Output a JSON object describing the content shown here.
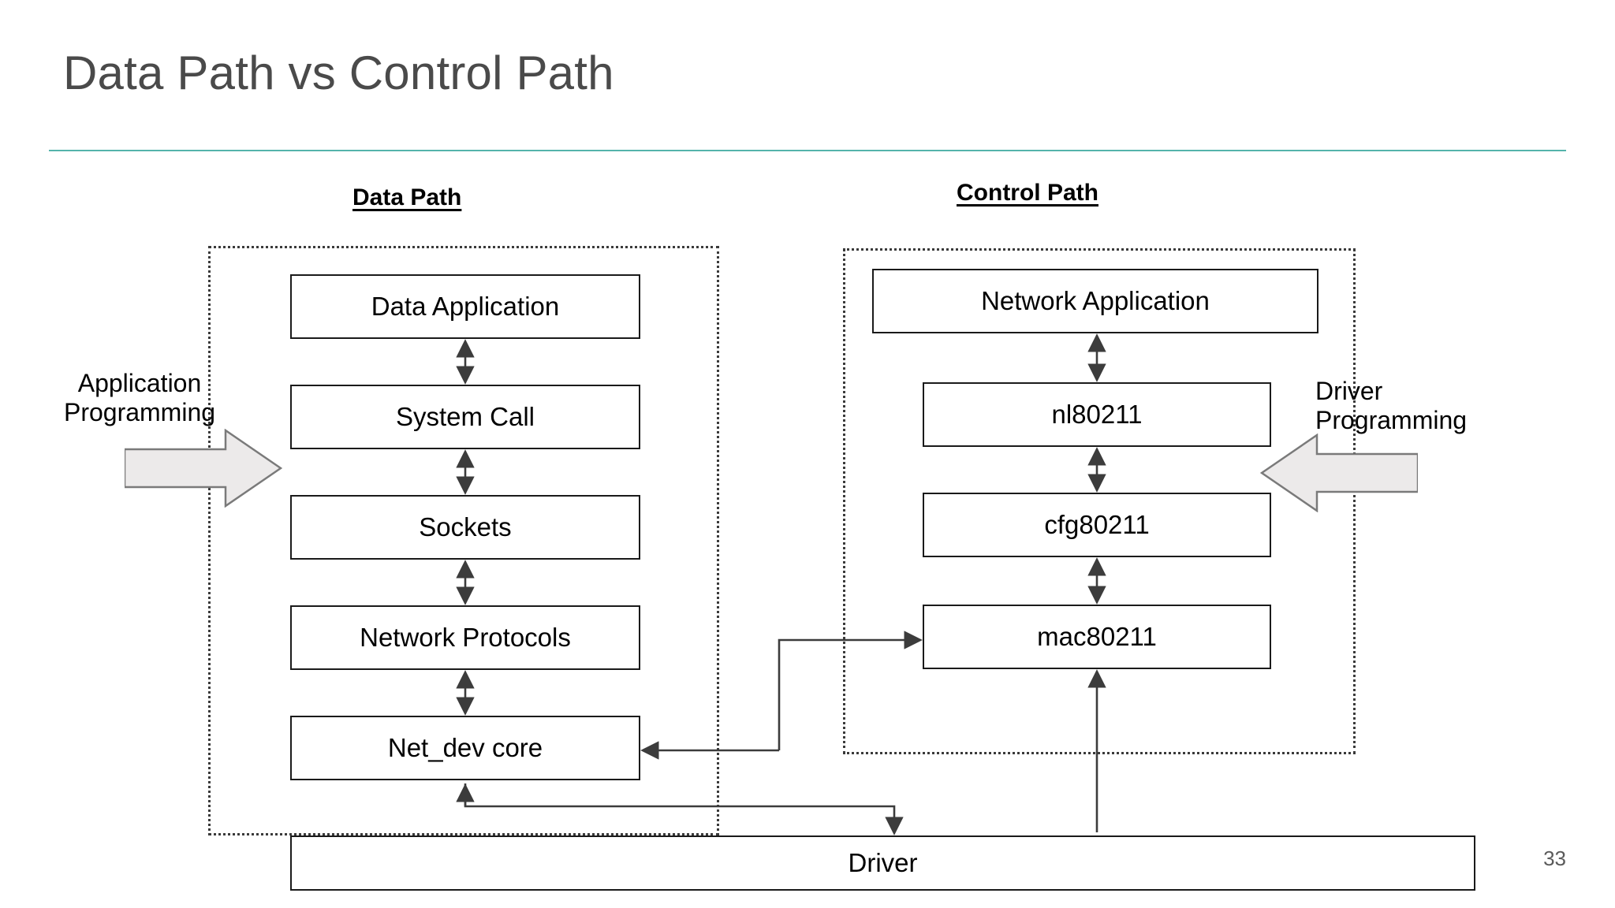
{
  "slide": {
    "title": "Data Path vs Control Path",
    "page_number": "33",
    "rule_color": "#54b3ab",
    "title_color": "#4a4a4a"
  },
  "columns": [
    {
      "id": "data-path",
      "header": "Data Path"
    },
    {
      "id": "control-path",
      "header": "Control Path"
    }
  ],
  "data_path": {
    "header": "Data Path",
    "boxes": [
      {
        "label": "Data Application"
      },
      {
        "label": "System Call"
      },
      {
        "label": "Sockets"
      },
      {
        "label": "Network Protocols"
      },
      {
        "label": "Net_dev core"
      }
    ]
  },
  "control_path": {
    "header": "Control Path",
    "boxes": [
      {
        "label": "Network Application"
      },
      {
        "label": "nl80211"
      },
      {
        "label": "cfg80211"
      },
      {
        "label": "mac80211"
      }
    ]
  },
  "bottom": {
    "driver_label": "Driver"
  },
  "annotations": {
    "left_label": "Application\nProgramming",
    "right_label": "Driver\nProgramming",
    "arrow_fill": "#eceaea",
    "arrow_stroke": "#7a7a7a"
  },
  "style": {
    "box_border": "#1a1a1a",
    "box_fill": "#ffffff",
    "group_border": "#3a3a3a",
    "connector_color": "#3c3c3c"
  }
}
